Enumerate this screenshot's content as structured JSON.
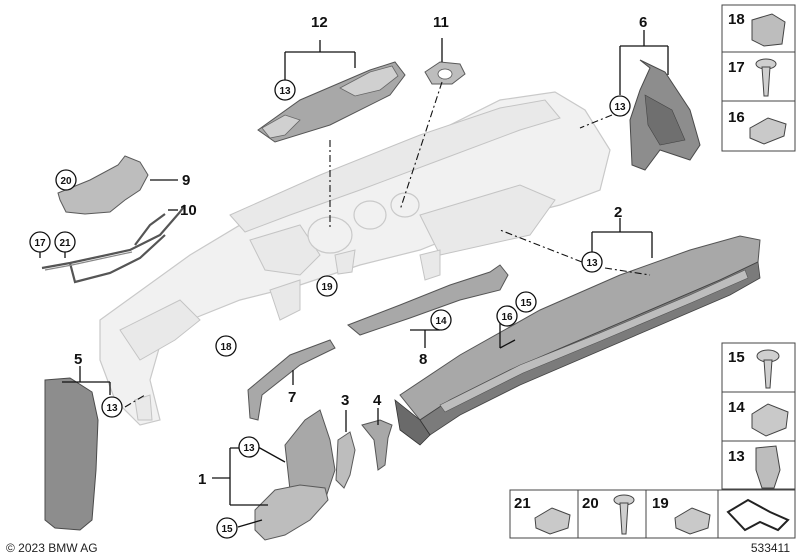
{
  "callouts": {
    "c1": "1",
    "c2": "2",
    "c3": "3",
    "c4": "4",
    "c5": "5",
    "c6": "6",
    "c7": "7",
    "c8": "8",
    "c9": "9",
    "c10": "10",
    "c11": "11",
    "c12": "12"
  },
  "circled": {
    "r12": "13",
    "r6": "13",
    "r2": "13",
    "r5": "13",
    "r1": "13",
    "r9": "20",
    "r10a": "17",
    "r10b": "21",
    "r19": "19",
    "r18": "18",
    "r8a": "15",
    "r8b": "16",
    "r8c": "14",
    "r1b": "15"
  },
  "legend": {
    "p18": "18",
    "p17": "17",
    "p16": "16",
    "p15": "15",
    "p14": "14",
    "p13": "13",
    "p21": "21",
    "p20": "20",
    "p19": "19"
  },
  "footer": {
    "copyright": "© 2023 BMW AG",
    "figure_number": "533411"
  }
}
